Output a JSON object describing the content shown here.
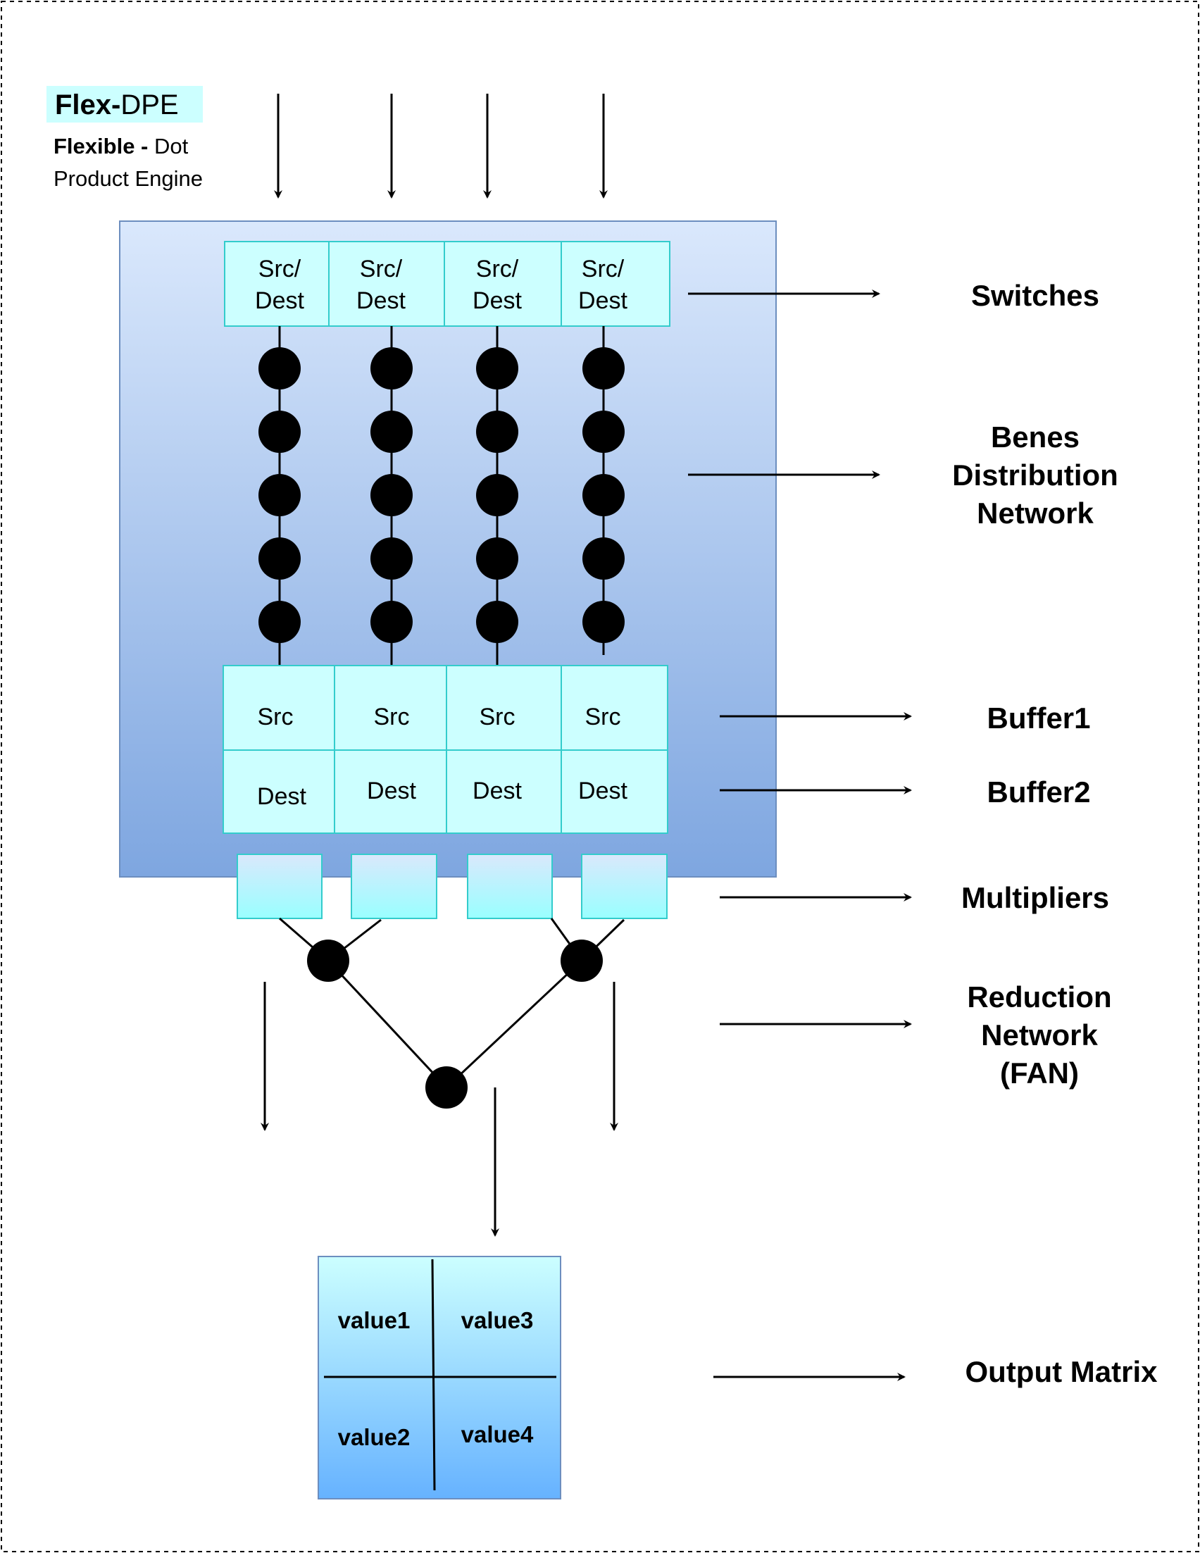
{
  "title": {
    "bold_part": "Flex-",
    "regular_part": "DPE"
  },
  "subtitle": {
    "bold_part": "Flexible - ",
    "line1_regular": "Dot",
    "line2": "Product Engine"
  },
  "switches": [
    {
      "line1": "Src/",
      "line2": "Dest"
    },
    {
      "line1": "Src/",
      "line2": "Dest"
    },
    {
      "line1": "Src/",
      "line2": "Dest"
    },
    {
      "line1": "Src/",
      "line2": "Dest"
    }
  ],
  "buffer1": [
    "Src",
    "Src",
    "Src",
    "Src"
  ],
  "buffer2": [
    "Dest",
    "Dest",
    "Dest",
    "Dest"
  ],
  "output_matrix": {
    "values": [
      "value1",
      "value3",
      "value2",
      "value4"
    ]
  },
  "labels": {
    "switches": "Switches",
    "benes": [
      "Benes",
      "Distribution",
      "Network"
    ],
    "buffer1": "Buffer1",
    "buffer2": "Buffer2",
    "multipliers": "Multipliers",
    "reduction": [
      "Reduction",
      "Network",
      "(FAN)"
    ],
    "output": "Output Matrix"
  },
  "colors": {
    "box_gradient_top": "#dae8fc",
    "box_gradient_bottom": "#7ea6e0",
    "box_border": "#6c8ebf",
    "cell_fill": "#ccffff",
    "cell_border": "#33cccc",
    "title_highlight": "#ccffff",
    "output_gradient_top": "#ccffff",
    "output_gradient_bottom": "#66b2ff"
  }
}
